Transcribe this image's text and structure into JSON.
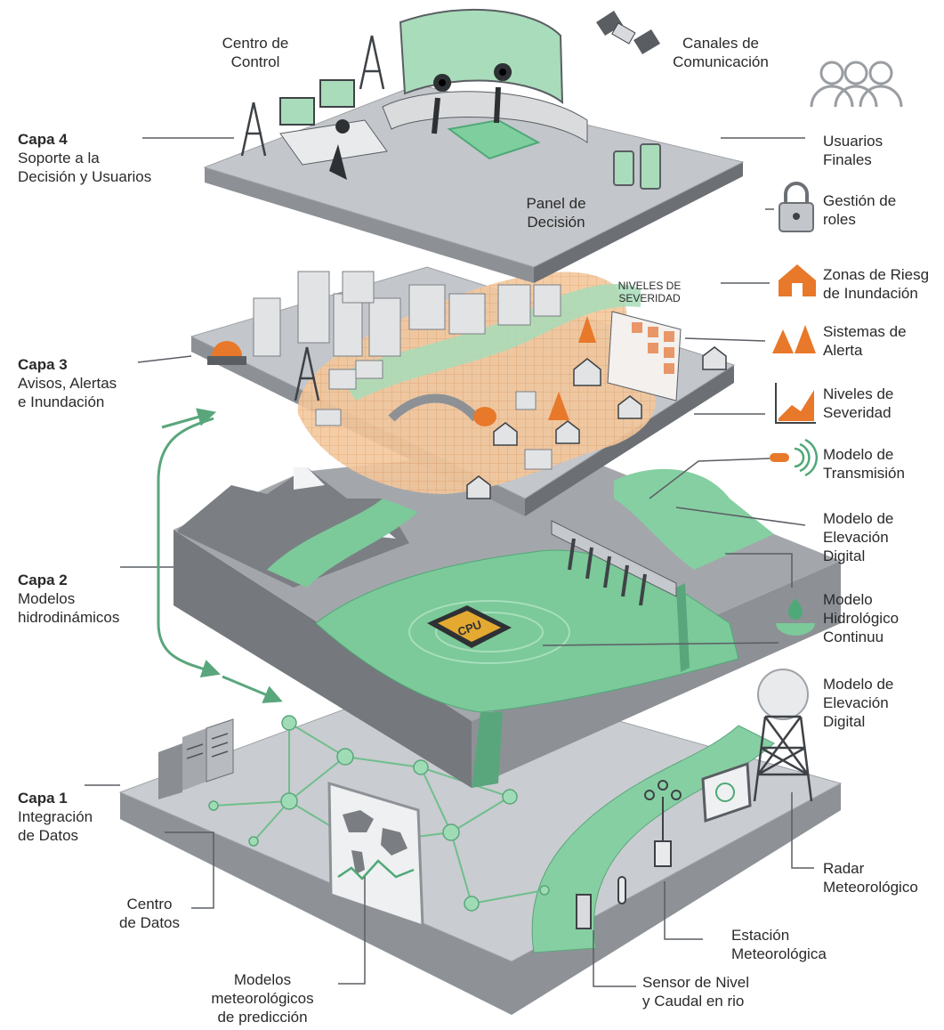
{
  "layers": [
    {
      "title": "Capa 4",
      "subtitle": "Soporte a la\nDecisión y Usuarios"
    },
    {
      "title": "Capa 3",
      "subtitle": "Avisos, Alertas\ne Inundación"
    },
    {
      "title": "Capa 2",
      "subtitle": "Modelos\nhidrodinámicos"
    },
    {
      "title": "Capa 1",
      "subtitle": "Integración\nde Datos"
    }
  ],
  "top_labels": {
    "control_center": "Centro de\nControl",
    "comm_channels": "Canales de\nComunicación",
    "decision_panel": "Panel de\nDecisión",
    "severity_sign": "NIVELES DE\nSEVERIDAD",
    "cpu": "CPU"
  },
  "right_labels": [
    "Usuarios\nFinales",
    "Gestión de\nroles",
    "Zonas de Riesg\nde Inundación",
    "Sistemas de\nAlerta",
    "Niveles de\nSeveridad",
    "Modelo de\nTransmisión",
    "Modelo de\nElevación\nDigital",
    "Modelo\nHidrológico\nContinuu",
    "Modelo de\nElevación\nDigital",
    "Radar\nMeteorológico"
  ],
  "bottom_labels": {
    "data_center": "Centro\nde Datos",
    "weather_models": "Modelos\nmeteorológicos\nde predicción",
    "weather_station": "Estación\nMeteorológica",
    "level_sensor": "Sensor de Nivel\ny Caudal en rio"
  },
  "colors": {
    "slab_top": "#b9bcc0",
    "slab_side": "#8d9196",
    "slab_dark": "#6c7075",
    "water": "#7cc99a",
    "water_dark": "#4fa877",
    "accent_green": "#5aa67c",
    "flood_zone": "#f0b27a",
    "alert_orange": "#e8782a",
    "leader": "#555a5f"
  },
  "icons": [
    "people-icon",
    "lock-icon",
    "house-icon",
    "cone-icon",
    "chart-icon",
    "transmission-icon",
    "hydro-icon",
    "satellite-icon",
    "antenna-icon",
    "server-icon",
    "radar-icon",
    "cpu-icon"
  ]
}
